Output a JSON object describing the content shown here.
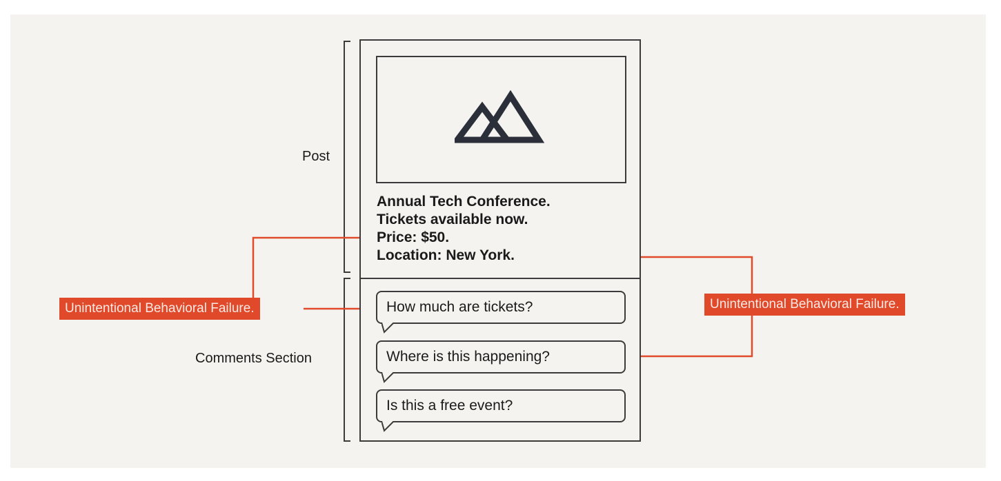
{
  "labels": {
    "post": "Post",
    "comments": "Comments Section"
  },
  "post": {
    "image_icon": "mountain-icon",
    "lines": [
      "Annual Tech Conference.",
      "Tickets available now.",
      "Price: $50.",
      "Location: New York."
    ]
  },
  "comments": [
    "How much are tickets?",
    "Where is this happening?",
    "Is this a free event?"
  ],
  "callouts": {
    "left": "Unintentional Behavioral Failure.",
    "right": "Unintentional Behavioral Failure."
  },
  "colors": {
    "accent": "#e0492a",
    "outline": "#3b3b3b",
    "background": "#f4f3ef"
  }
}
